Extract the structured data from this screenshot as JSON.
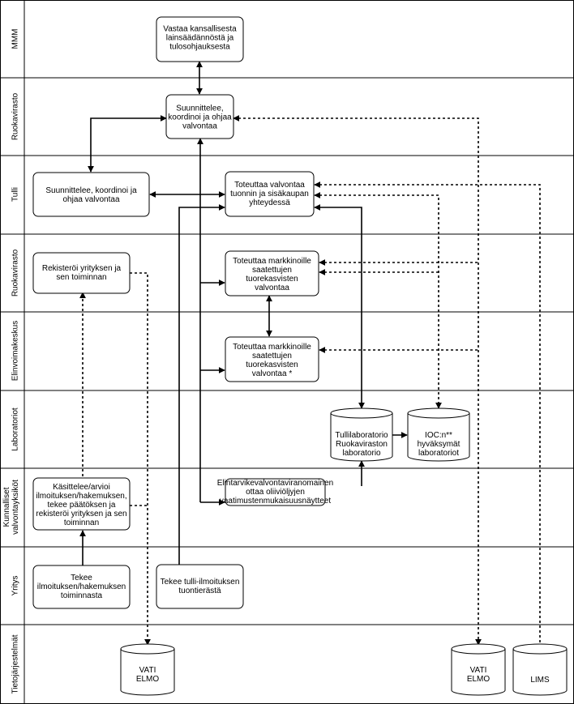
{
  "lanes": [
    {
      "id": "mmm",
      "label": "MMM"
    },
    {
      "id": "ruokavirasto1",
      "label": "Ruokavirasto"
    },
    {
      "id": "tulli",
      "label": "Tulli"
    },
    {
      "id": "ruokavirasto2",
      "label": "Ruokavirasto"
    },
    {
      "id": "elinvoimakeskus",
      "label": "Elinvoimakeskus"
    },
    {
      "id": "laboratoriot",
      "label": "Laboratoriot"
    },
    {
      "id": "kunnalliset",
      "label": [
        "Kunnalliset",
        "valvontayksiköt"
      ]
    },
    {
      "id": "yritys",
      "label": "Yritys"
    },
    {
      "id": "tietojarjestelmat",
      "label": "Tietojärjestelmät"
    }
  ],
  "nodes": {
    "mmm_box": [
      "Vastaa kansallisesta",
      "lainsäädännöstä ja",
      "tulosohjauksesta"
    ],
    "ruoka_plan": [
      "Suunnittelee,",
      "koordinoi ja ohjaa",
      "valvontaa"
    ],
    "tulli_plan": [
      "Suunnittelee, koordinoi ja",
      "ohjaa valvontaa"
    ],
    "tulli_impl": [
      "Toteuttaa valvontaa",
      "tuonnin ja sisäkaupan",
      "yhteydessä"
    ],
    "ruoka2_register": [
      "Rekisteröi yrityksen ja",
      "sen toiminnan"
    ],
    "ruoka2_impl": [
      "Toteuttaa markkinoille",
      "saatettujen",
      "tuorekasvisten",
      "valvontaa"
    ],
    "elinvoima_impl": [
      "Toteuttaa markkinoille",
      "saatettujen",
      "tuorekasvisten",
      "valvontaa *"
    ],
    "lab_tulli": [
      "Tullilaboratorio",
      "Ruokaviraston",
      "laboratorio"
    ],
    "lab_ioc": [
      "IOC:n**",
      "hyväksymät",
      "laboratoriot"
    ],
    "kunta_handle": [
      "Käsittelee/arvioi",
      "ilmoituksen/hakemuksen,",
      "tekee päätöksen ja",
      "rekisteröi yrityksen ja sen",
      "toiminnan"
    ],
    "kunta_sample": [
      "Elintarvikevalvontaviranomainen",
      "ottaa oliiviöljyjen",
      "vaatimustenmukaisuusnäytteet"
    ],
    "yritys_notify": [
      "Tekee",
      "ilmoituksen/hakemuksen",
      "toiminnasta"
    ],
    "yritys_customs": [
      "Tekee tulli-ilmoituksen",
      "tuontierästä"
    ],
    "db_vati_left": [
      "VATI",
      "ELMO"
    ],
    "db_vati_right": [
      "VATI",
      "ELMO"
    ],
    "db_lims": [
      "LIMS"
    ]
  }
}
